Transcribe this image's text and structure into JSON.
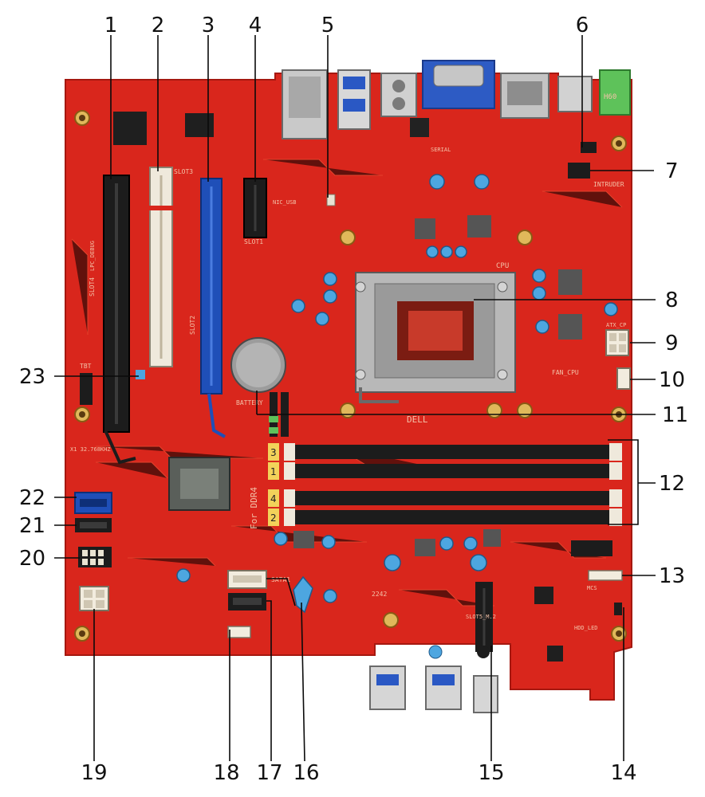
{
  "colors": {
    "board": "#d9261c",
    "board_dark": "#b51c14",
    "slot_black": "#1c1c1c",
    "slot_white": "#efe9dc",
    "slot_blue": "#1f4fb8",
    "socket_metal": "#b8b8b8",
    "pcb_trace": "#ef5a3a",
    "label_text": "#111111",
    "leader_line": "#0a0a0a"
  },
  "silkscreen": {
    "slot3": "SLOT3",
    "slot1": "SLOT1",
    "slot4": "SLOT4",
    "slot2": "SLOT2",
    "cpu": "CPU",
    "atx_cpu": "ATX_CP",
    "fan_cpu": "FAN_CPU",
    "battery": "BATTERY",
    "ddr4": "For DDR4",
    "dimm3": "3",
    "dimm1": "1",
    "dimm4": "4",
    "dimm2": "2",
    "tbt": "TBT",
    "m2": "SLOT5_M.2",
    "intruder": "INTRUDER",
    "sata1": "SATA1",
    "mic": "MCS",
    "h60": "H60",
    "dell": "DELL",
    "rtc": "X1 32.768KHZ",
    "hdd_led": "HDD_LED",
    "serial": "SERIAL",
    "nic": "NIC_USB",
    "lpc": "LPC_DEBUG",
    "num2242": "2242"
  },
  "callouts": [
    "1",
    "2",
    "3",
    "4",
    "5",
    "6",
    "7",
    "8",
    "9",
    "10",
    "11",
    "12",
    "13",
    "14",
    "15",
    "16",
    "17",
    "18",
    "19",
    "20",
    "21",
    "22",
    "23"
  ]
}
